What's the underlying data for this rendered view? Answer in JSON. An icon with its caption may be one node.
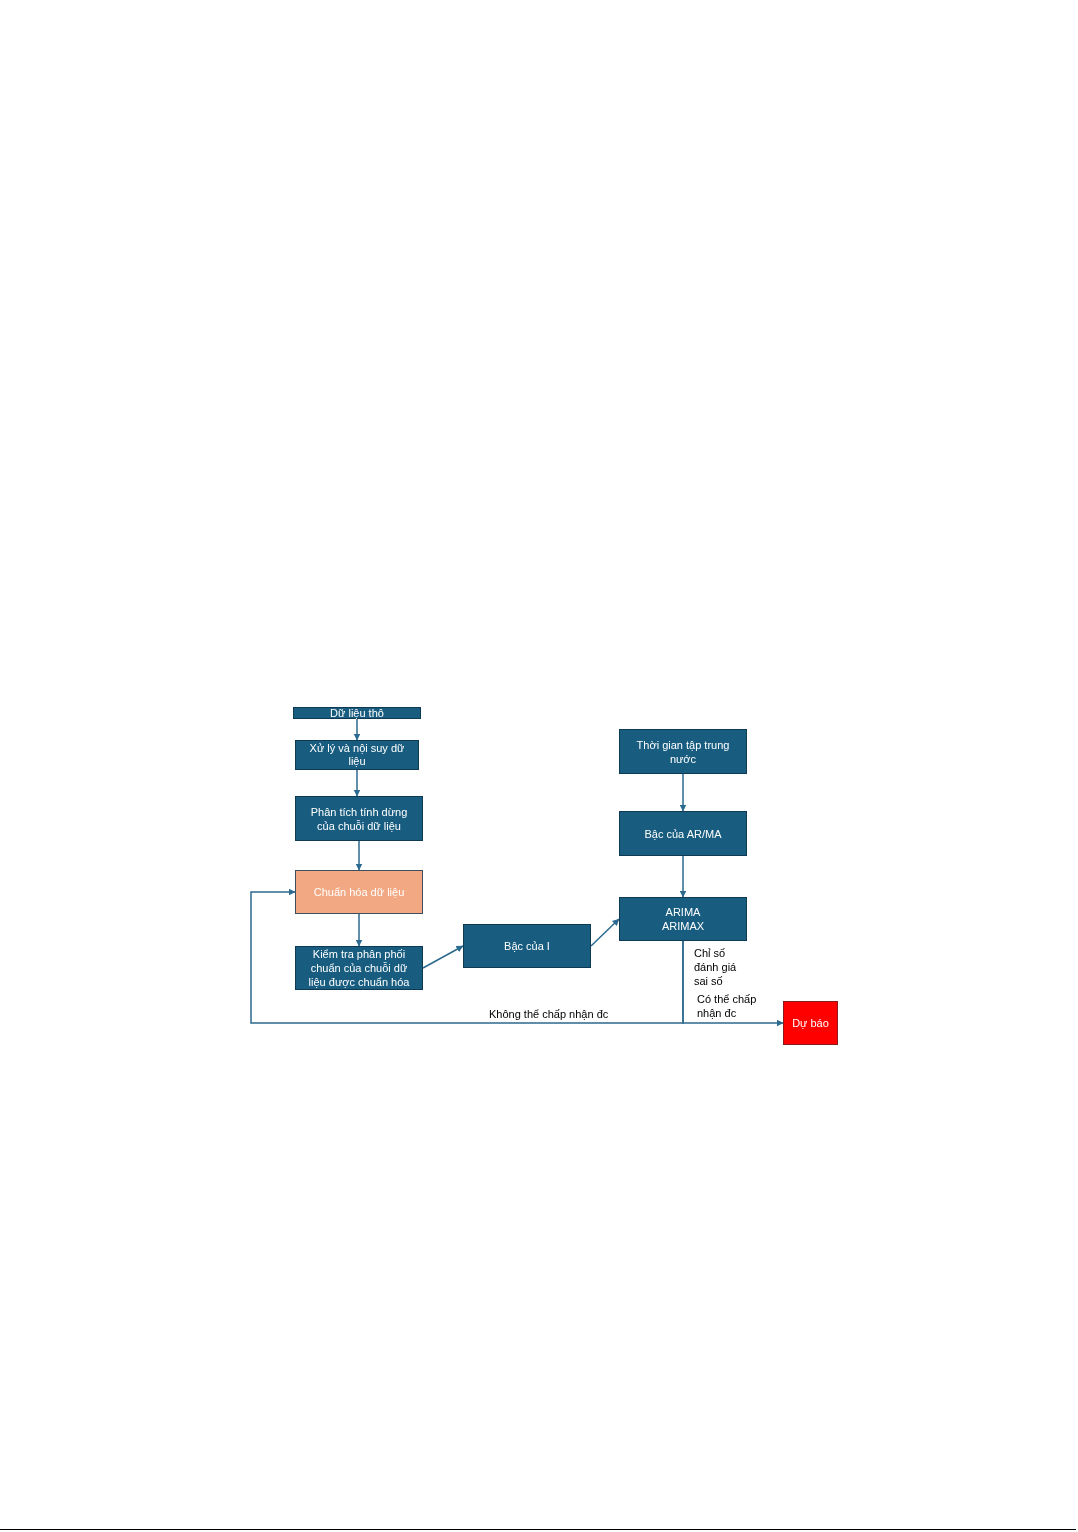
{
  "diagram": {
    "nodes": [
      {
        "text": [
          "Dữ liệu thô"
        ]
      },
      {
        "text": [
          "Xử lý và nội suy dữ liệu"
        ]
      },
      {
        "text": [
          "Phân tích tính dừng của chuỗi dữ liệu"
        ]
      },
      {
        "text": [
          "Chuẩn hóa dữ liệu"
        ]
      },
      {
        "text": [
          "Kiểm tra phân phối chuẩn của chuỗi dữ liệu được chuẩn hóa"
        ]
      },
      {
        "text": [
          "Bậc của I"
        ]
      },
      {
        "text": [
          "Thời gian tập trung nước"
        ]
      },
      {
        "text": [
          "Bậc của AR/MA"
        ]
      },
      {
        "text": [
          "ARIMA ARIMAX"
        ]
      },
      {
        "text": [
          "Dự báo"
        ]
      }
    ],
    "edges": [
      {
        "from": 0,
        "to": 1,
        "arrow": "to"
      },
      {
        "from": 1,
        "to": 2,
        "arrow": "to"
      },
      {
        "from": 2,
        "to": 3,
        "arrow": "to"
      },
      {
        "from": 3,
        "to": 4,
        "arrow": "to"
      },
      {
        "from": 4,
        "to": 5,
        "arrow": "to"
      },
      {
        "from": 5,
        "to": 8,
        "arrow": "to"
      },
      {
        "from": 6,
        "to": 7,
        "arrow": "to"
      },
      {
        "from": 7,
        "to": 8,
        "arrow": "to"
      },
      {
        "from": 8,
        "to": 9,
        "arrow": "to",
        "label": "Có thể chấp nhận đc"
      },
      {
        "from": 8,
        "to": 3,
        "arrow": "to",
        "label": "Không thể chấp nhận đc"
      }
    ],
    "labels": [
      "Chỉ số đánh giá sai số"
    ]
  }
}
